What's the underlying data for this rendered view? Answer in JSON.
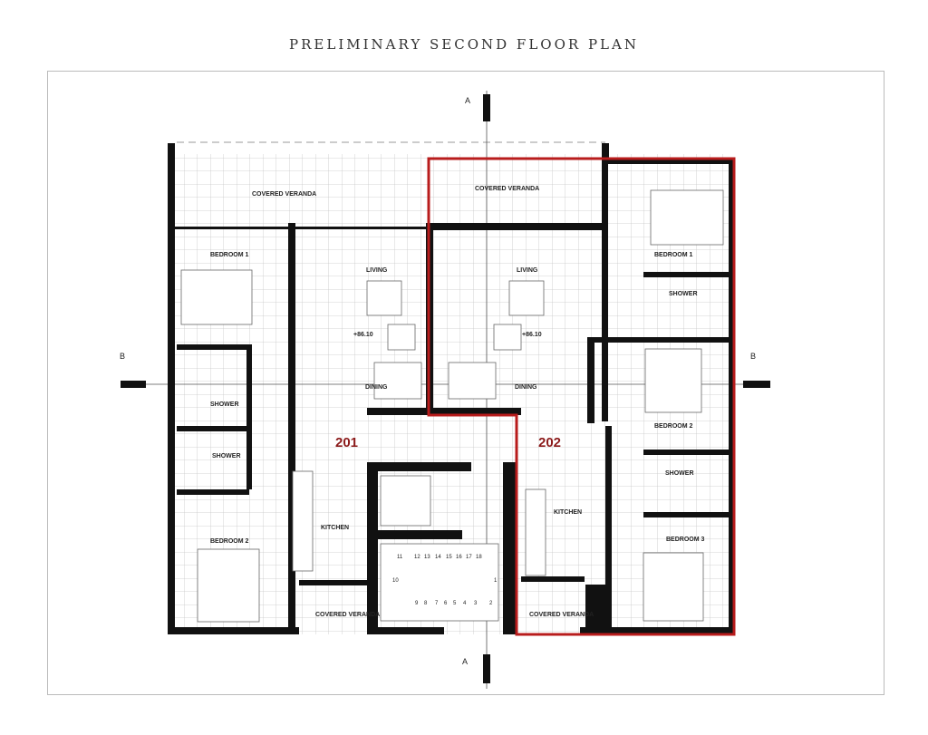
{
  "title": "PRELIMINARY SECOND FLOOR PLAN",
  "section_markers": {
    "a_top": "A",
    "a_bottom": "A",
    "b_left": "B",
    "b_right": "B"
  },
  "units": [
    {
      "number": "201",
      "rooms": {
        "veranda": "COVERED VERANDA",
        "bedroom1": "BEDROOM 1",
        "living": "LIVING",
        "level": "+86.10",
        "dining": "DINING",
        "shower1": "SHOWER",
        "shower2": "SHOWER",
        "kitchen": "KITCHEN",
        "bedroom2": "BEDROOM 2",
        "covered_veranda_small": "COVERED VERANDA"
      }
    },
    {
      "number": "202",
      "rooms": {
        "veranda": "COVERED VERANDA",
        "bedroom1": "BEDROOM 1",
        "shower1": "SHOWER",
        "living": "LIVING",
        "level": "+86.10",
        "dining": "DINING",
        "bedroom2": "BEDROOM 2",
        "shower2": "SHOWER",
        "kitchen": "KITCHEN",
        "bedroom3": "BEDROOM 3",
        "covered_veranda_small": "COVERED VERANDA"
      }
    }
  ],
  "stair_steps": [
    "1",
    "2",
    "3",
    "4",
    "5",
    "6",
    "7",
    "8",
    "9",
    "10",
    "11",
    "12",
    "13",
    "14",
    "15",
    "16",
    "17",
    "18"
  ],
  "colors": {
    "highlight": "#b81c1c",
    "wall": "#111111",
    "grid": "#c8c8c8"
  }
}
